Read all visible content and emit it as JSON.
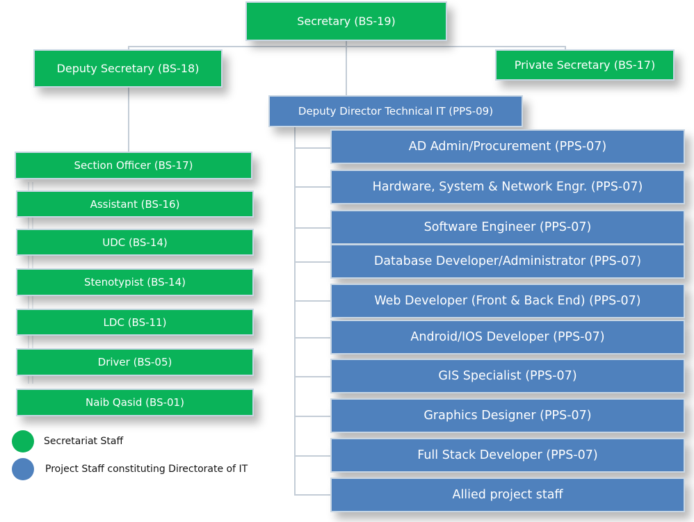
{
  "top": {
    "secretary": "Secretary (BS-19)",
    "deputy_secretary": "Deputy Secretary (BS-18)",
    "private_secretary": "Private Secretary (BS-17)",
    "deputy_director": "Deputy Director Technical IT (PPS-09)"
  },
  "secretariat_staff": [
    "Section Officer (BS-17)",
    "Assistant (BS-16)",
    "UDC (BS-14)",
    "Stenotypist (BS-14)",
    "LDC (BS-11)",
    "Driver (BS-05)",
    "Naib Qasid (BS-01)"
  ],
  "project_staff": [
    "AD Admin/Procurement (PPS-07)",
    "Hardware, System & Network Engr. (PPS-07)",
    "Software Engineer (PPS-07)",
    "Database Developer/Administrator (PPS-07)",
    "Web Developer (Front & Back End) (PPS-07)",
    "Android/IOS Developer (PPS-07)",
    "GIS Specialist (PPS-07)",
    "Graphics Designer (PPS-07)",
    "Full Stack Developer (PPS-07)",
    "Allied project staff"
  ],
  "legend": {
    "secretariat": "Secretariat Staff",
    "project": "Project Staff constituting Directorate of IT"
  },
  "colors": {
    "secretariat": "#0ab359",
    "project": "#4f81bd"
  }
}
